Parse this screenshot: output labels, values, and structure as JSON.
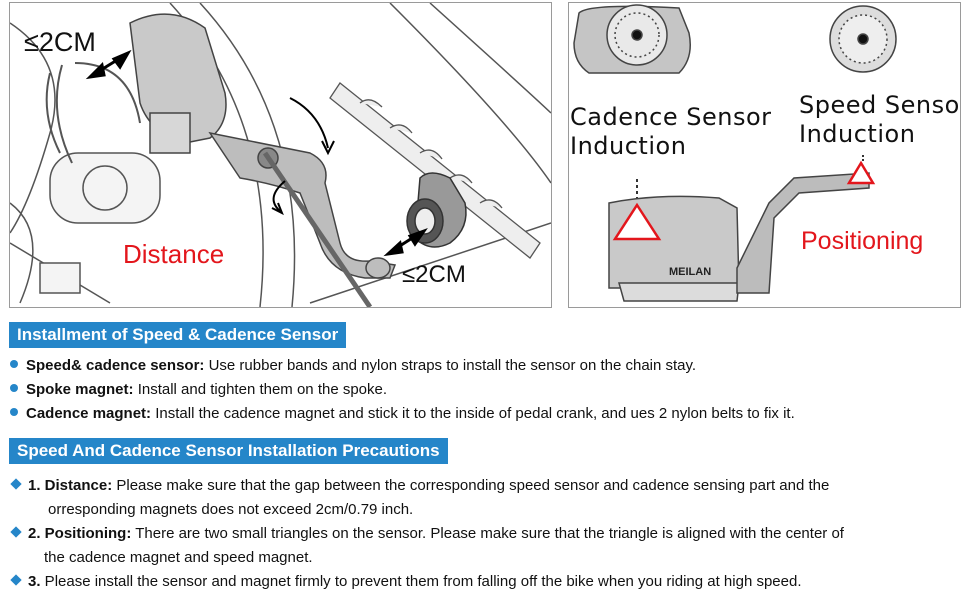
{
  "figure_left": {
    "gap_top": "≤2CM",
    "gap_bottom": "≤2CM",
    "distance_label": "Distance"
  },
  "figure_right": {
    "cadence_line1": "Cadence Sensor",
    "cadence_line2": "Induction",
    "speed_line1": "Speed Sensor",
    "speed_line2": "Induction",
    "positioning_label": "Positioning",
    "brand": "MEILAN"
  },
  "section1": {
    "title": "Installment of Speed & Cadence Sensor",
    "items": [
      {
        "term": "Speed& cadence sensor:",
        "text": " Use rubber bands and nylon straps to install the sensor on the chain stay."
      },
      {
        "term": "Spoke magnet:",
        "text": " Install and tighten them on the spoke."
      },
      {
        "term": "Cadence magnet:",
        "text": " Install the cadence magnet and stick it to the inside of pedal crank, and ues 2 nylon belts to fix it."
      }
    ]
  },
  "section2": {
    "title": "Speed And Cadence Sensor Installation Precautions",
    "items": [
      {
        "term": "1. Distance:",
        "text": " Please make sure that the gap between the corresponding speed sensor and cadence sensing part and the",
        "cont": "orresponding magnets does not exceed 2cm/0.79 inch."
      },
      {
        "term": "2. Positioning:",
        "text": " There are two small triangles on the sensor. Please make sure that the triangle is aligned with the center of",
        "cont": "the cadence magnet and speed magnet."
      },
      {
        "term": "3.",
        "text": " Please install the sensor and magnet firmly to prevent them from falling off the bike when you riding at high speed."
      }
    ]
  },
  "colors": {
    "accent": "#2586c9",
    "warning_red": "#e3161c"
  }
}
